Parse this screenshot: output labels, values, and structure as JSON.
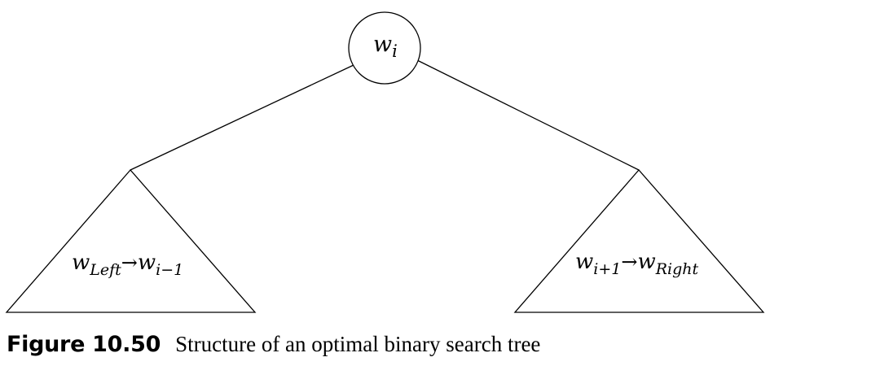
{
  "root": {
    "var": "w",
    "sub": "i"
  },
  "left_subtree": {
    "from_var": "w",
    "from_sub": "Left",
    "arrow": "→",
    "to_var": "w",
    "to_sub": "i−1"
  },
  "right_subtree": {
    "from_var": "w",
    "from_sub": "i+1",
    "arrow": "→",
    "to_var": "w",
    "to_sub": "Right"
  },
  "caption": {
    "label": "Figure 10.50",
    "text": "Structure of an optimal binary search tree"
  },
  "colors": {
    "stroke": "#000000",
    "background": "#ffffff"
  }
}
